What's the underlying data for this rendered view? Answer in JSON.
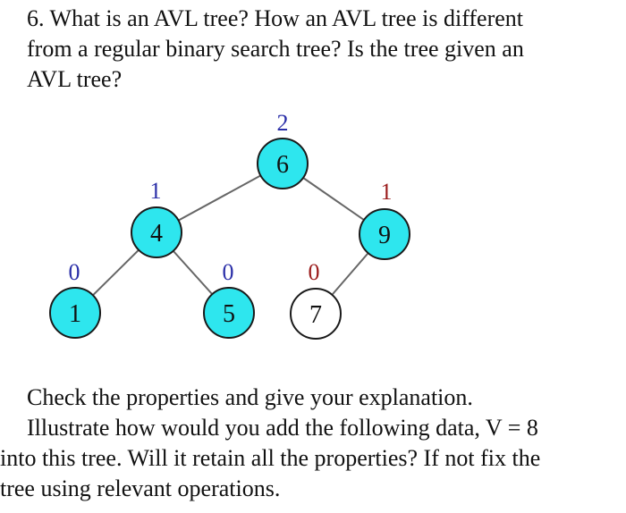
{
  "question": {
    "lines": [
      "6. What is an AVL tree? How an AVL tree is different",
      "from a regular binary search tree? Is the tree given an",
      "AVL tree?"
    ]
  },
  "tree": {
    "colors": {
      "filled": "#2ee6ee",
      "empty": "#ffffff",
      "edge": "#666666",
      "height_blue": "#2b2fa8",
      "height_red": "#9b1c1c"
    },
    "nodes": [
      {
        "id": "n6",
        "value": "6",
        "height": "2",
        "filled": true,
        "height_color": "blue"
      },
      {
        "id": "n4",
        "value": "4",
        "height": "1",
        "filled": true,
        "height_color": "blue"
      },
      {
        "id": "n9",
        "value": "9",
        "height": "1",
        "filled": true,
        "height_color": "red"
      },
      {
        "id": "n1",
        "value": "1",
        "height": "0",
        "filled": true,
        "height_color": "blue"
      },
      {
        "id": "n5",
        "value": "5",
        "height": "0",
        "filled": true,
        "height_color": "blue"
      },
      {
        "id": "n7",
        "value": "7",
        "height": "0",
        "filled": false,
        "height_color": "red"
      }
    ],
    "edges": [
      {
        "from": "6",
        "to": "4"
      },
      {
        "from": "6",
        "to": "9"
      },
      {
        "from": "4",
        "to": "1"
      },
      {
        "from": "4",
        "to": "5"
      },
      {
        "from": "9",
        "to": "7"
      }
    ]
  },
  "footer": {
    "lines": [
      "Check the properties and give your explanation.",
      " Illustrate how would you add the following data, V = 8",
      "into this tree. Will it retain all the properties? If not fix the",
      "tree using relevant operations."
    ]
  }
}
